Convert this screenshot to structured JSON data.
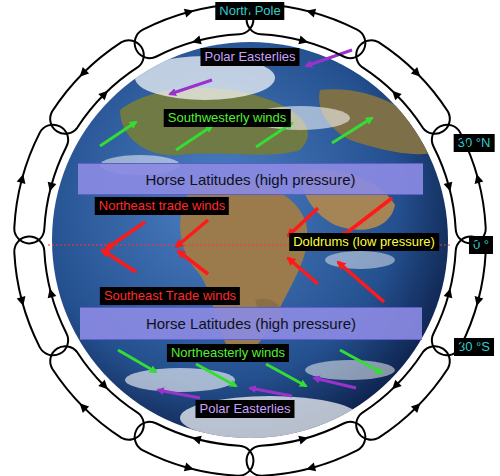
{
  "diagram": {
    "nodes": [
      {
        "text": [
          "Horse Latitudes (high pressure)"
        ]
      },
      {
        "text": [
          "Horse Latitudes (high pressure)"
        ]
      }
    ],
    "labels": [
      "North Pole",
      "Polar Easterlies",
      "Southwesterly winds",
      "30 °N",
      "Northeast trade winds",
      "Doldrums (low pressure)",
      "0 °",
      "Southeast Trade winds",
      "Northeasterly winds",
      "30 °S",
      "Polar Easterlies"
    ]
  }
}
